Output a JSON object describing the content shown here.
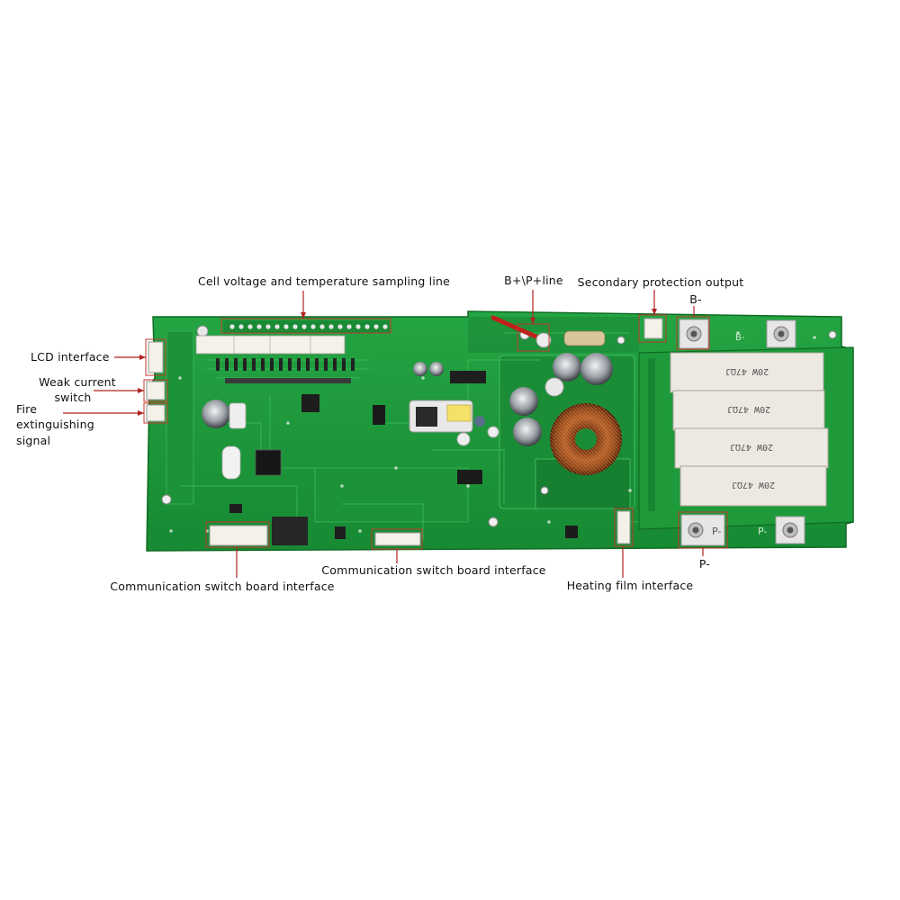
{
  "labels": {
    "cell_sampling": "Cell voltage and temperature sampling line",
    "b_plus_line": "B+\\P+line",
    "secondary_protection": "Secondary protection output",
    "b_minus": "B-",
    "lcd": "LCD  interface",
    "weak_current_1": "Weak current",
    "weak_current_2": "switch",
    "fire_1": "Fire",
    "fire_2": "extinguishing",
    "fire_3": "signal",
    "comm_switch_mid": "Communication switch board interface",
    "comm_switch_left": "Communication switch board interface",
    "heating_film": "Heating film interface",
    "p_minus": "P-"
  },
  "resistors": [
    "20W 47ΩJ",
    "20W 47ΩJ",
    "20W 47ΩJ",
    "20W 47ΩJ"
  ],
  "terminal_marks": {
    "b_minus_mark": "B-",
    "p_minus_mark": "P-",
    "p_mark": "P-"
  },
  "colors": {
    "board": "#1f9a3a",
    "board_dark": "#137a2a",
    "trace": "#2fb04c",
    "callout": "#b22222",
    "callout_box": "#c0392b"
  }
}
